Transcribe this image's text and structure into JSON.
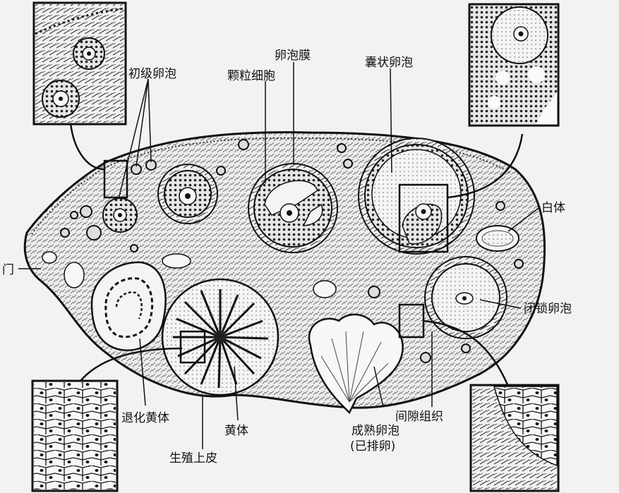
{
  "labels": {
    "primary_follicle": "初级卵泡",
    "granulosa_cells": "颗粒细胞",
    "theca": "卵泡膜",
    "antral_follicle": "囊状卵泡",
    "corpus_albicans": "白体",
    "hilum": "门",
    "atretic_follicle": "闭锁卵泡",
    "regressing_corpus_luteum": "退化黄体",
    "corpus_luteum": "黄体",
    "germinal_epithelium": "生殖上皮",
    "mature_follicle_line1": "成熟卵泡",
    "mature_follicle_line2": "(已排卵)",
    "interstitial_tissue": "间隙组织"
  },
  "colors": {
    "ink": "#111111",
    "paper": "#f2f2f0",
    "tissue": "#ececea"
  }
}
